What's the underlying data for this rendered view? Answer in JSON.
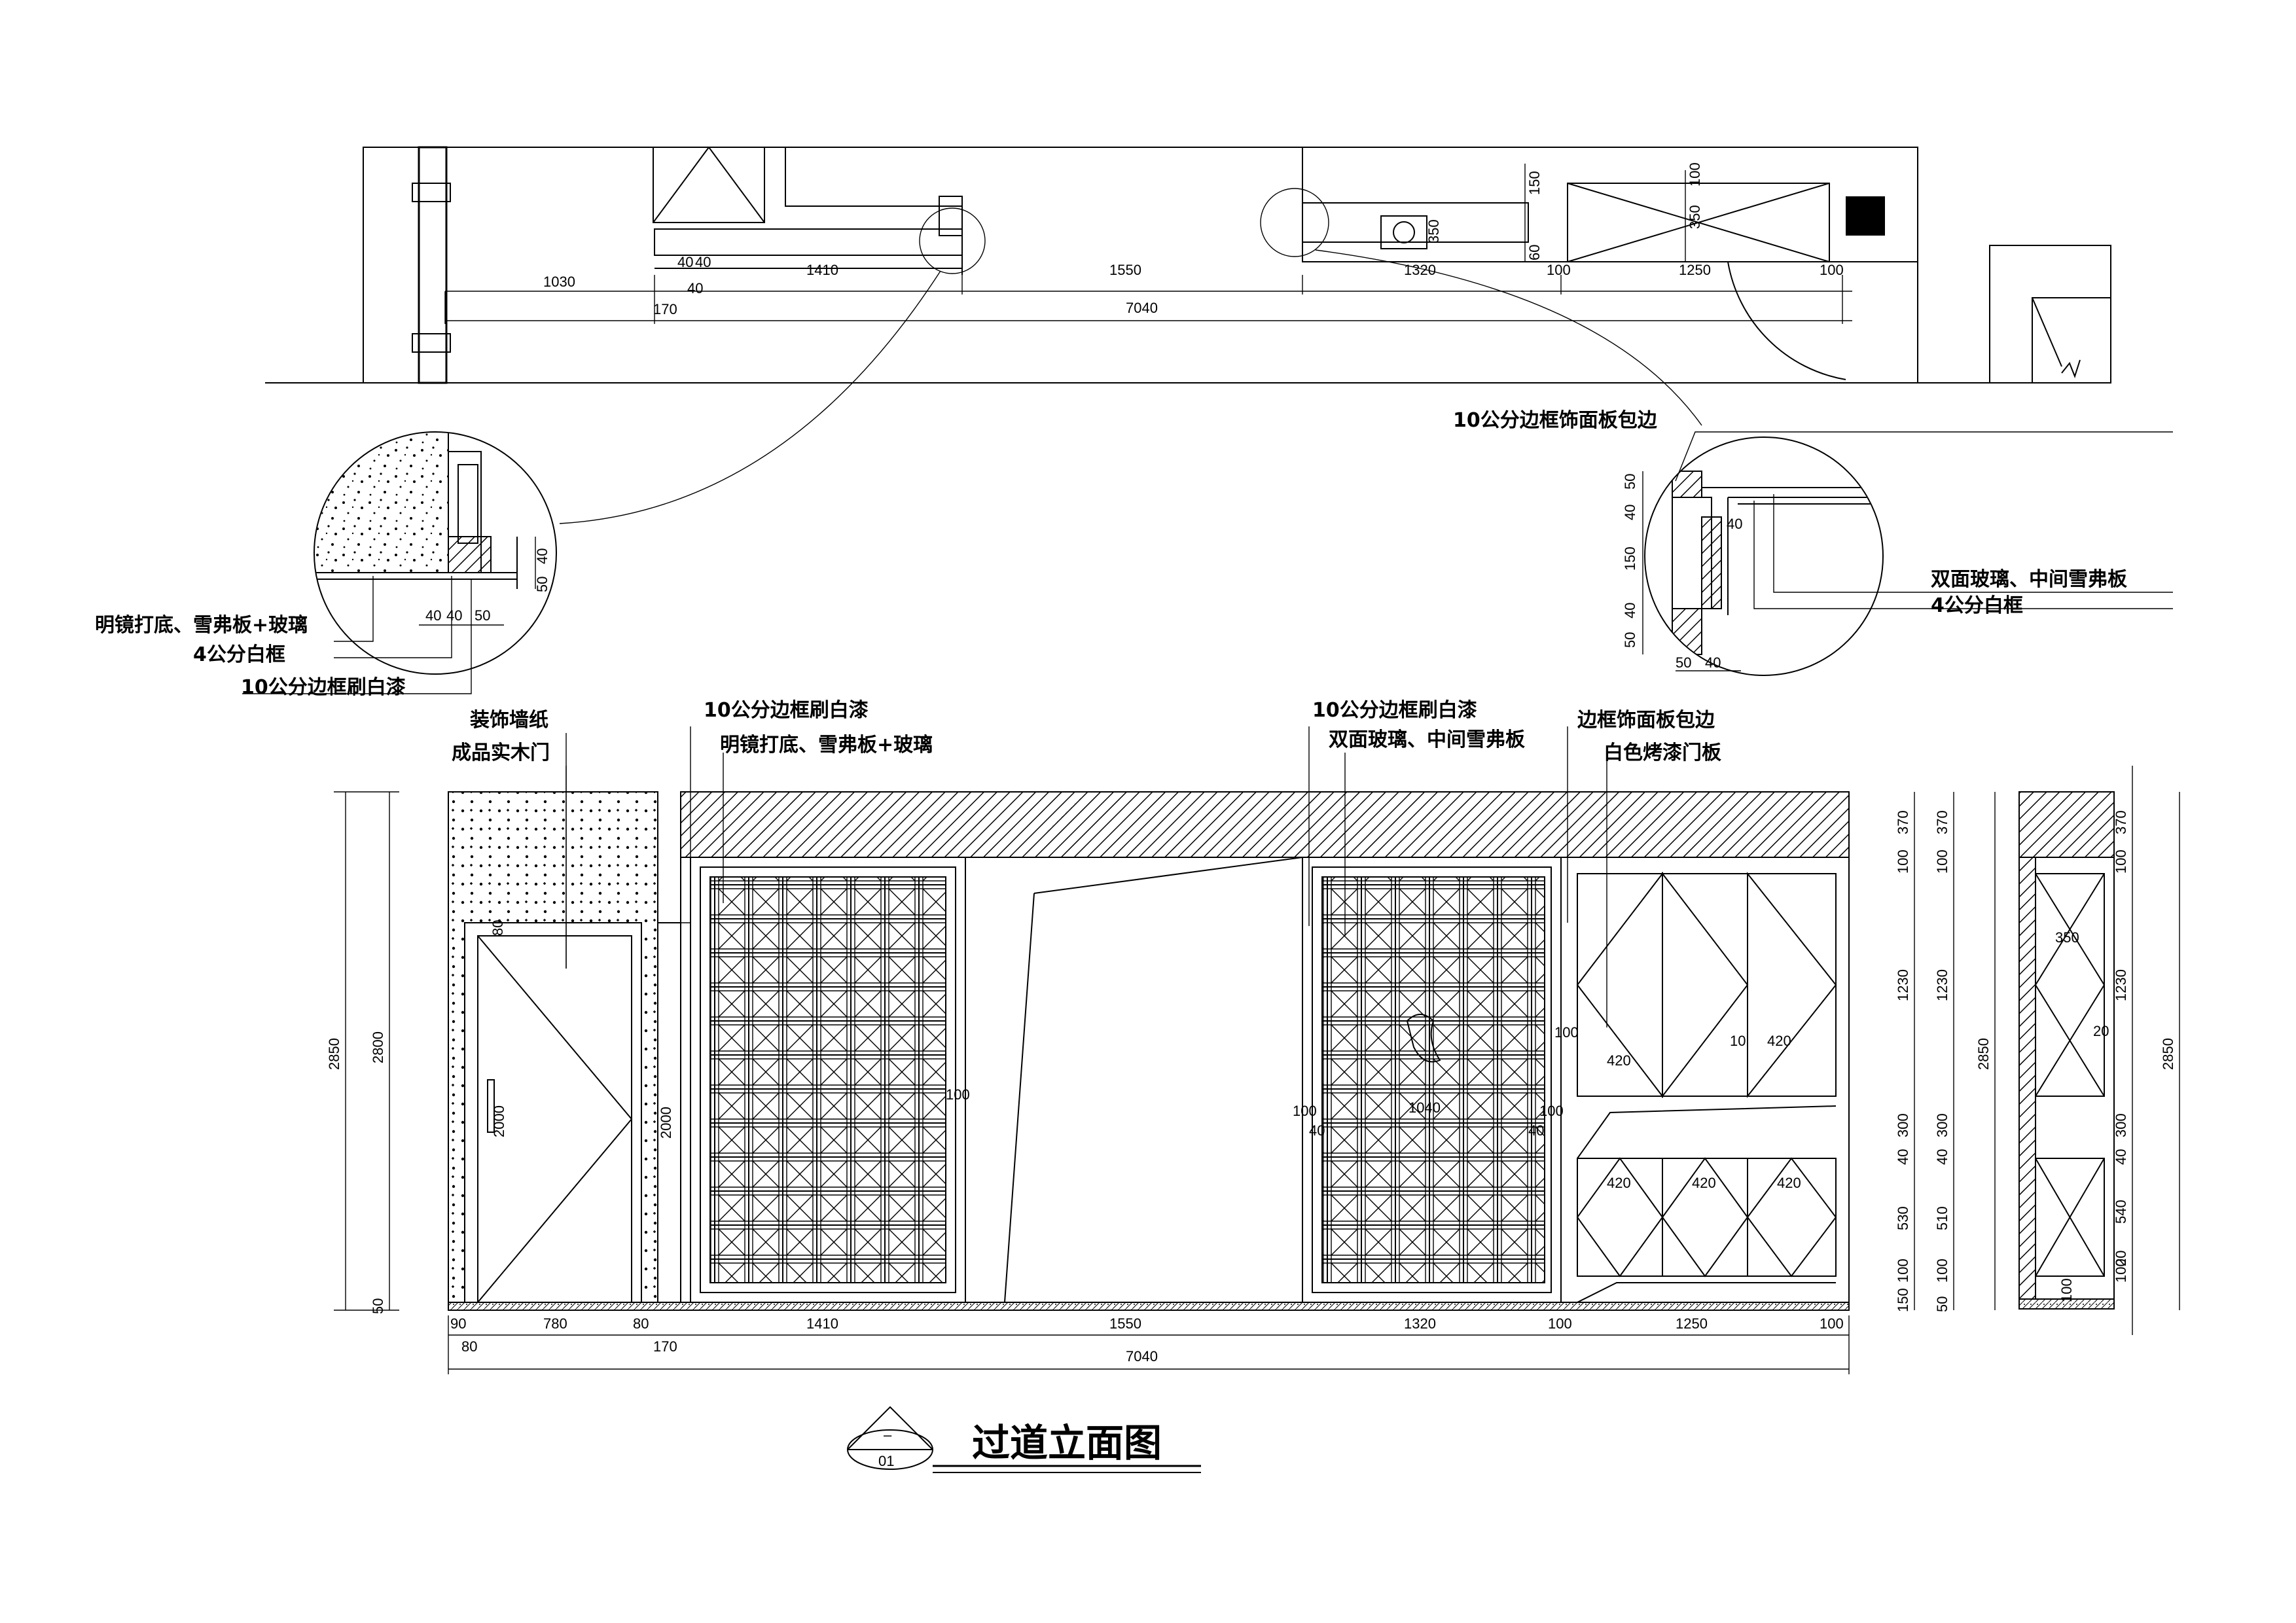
{
  "drawing": {
    "title": "过道立面图",
    "sheet_mark": "–",
    "sheet_number": "01"
  },
  "labels": {
    "mirror_detail_left": "明镜打底、雪弗板+玻璃",
    "white_frame_4cm_left": "4公分白框",
    "frame_paint_10cm_left": "10公分边框刷白漆",
    "frame_panel_wrap_top": "10公分边框饰面板包边",
    "double_glass_right": "双面玻璃、中间雪弗板",
    "white_frame_4cm_right": "4公分白框",
    "wallpaper": "装饰墙纸",
    "solid_wood_door": "成品实木门",
    "frame_paint_10cm_a": "10公分边框刷白漆",
    "mirror_elev": "明镜打底、雪弗板+玻璃",
    "frame_paint_10cm_b": "10公分边框刷白漆",
    "double_glass_elev": "双面玻璃、中间雪弗板",
    "frame_panel_wrap": "边框饰面板包边",
    "white_baked_door": "白色烤漆门板"
  },
  "plan_dims": {
    "d1030": "1030",
    "d1410": "1410",
    "d1550": "1550",
    "d1320": "1320",
    "d1250": "1250",
    "d7040": "7040",
    "d170": "170",
    "d100a": "100",
    "d100b": "100",
    "d40a": "40",
    "d40b": "40",
    "d40c": "40",
    "d150": "150",
    "d100c": "100",
    "d350a": "350",
    "d350b": "350",
    "d60": "60"
  },
  "detail_left_dims": {
    "d40a": "40",
    "d40b": "40",
    "d50": "50",
    "v40": "40",
    "v50": "50"
  },
  "detail_right_dims": {
    "v50a": "50",
    "v40a": "40",
    "v150": "150",
    "v40b": "40",
    "v50b": "50",
    "h40a": "40",
    "h50": "50",
    "h40b": "40"
  },
  "elev_bottom_dims": {
    "d90": "90",
    "d780": "780",
    "d80a": "80",
    "d1410": "1410",
    "d1550": "1550",
    "d1320": "1320",
    "d100a": "100",
    "d1250": "1250",
    "d100b": "100",
    "d80b": "80",
    "d170": "170",
    "d7040": "7040"
  },
  "elev_left_dims": {
    "d2850": "2850",
    "d2800": "2800",
    "d50": "50"
  },
  "elev_inner_dims": {
    "door80": "80",
    "door2000a": "2000",
    "door2000b": "2000",
    "mirror100": "100",
    "glass100": "100",
    "glass40a": "40",
    "glass1040": "1040",
    "glass100b": "100",
    "glass40b": "40",
    "cab100": "100",
    "cab420a": "420",
    "cab10": "10",
    "cab420b": "420",
    "cab420c": "420",
    "cab420d": "420",
    "cab420e": "420"
  },
  "elev_right_dims": {
    "r370a": "370",
    "r100a": "100",
    "r1230a": "1230",
    "r300a": "300",
    "r40a": "40",
    "r530": "530",
    "r100b": "100",
    "r150": "150",
    "r370b": "370",
    "r100c": "100",
    "r1230b": "1230",
    "r300b": "300",
    "r40b": "40",
    "r510": "510",
    "r100d": "100",
    "r50": "50",
    "r2850": "2850"
  },
  "section_dims": {
    "s370": "370",
    "s100a": "100",
    "s1230": "1230",
    "s300": "300",
    "s40": "40",
    "s540": "540",
    "s20a": "20",
    "s100b": "100",
    "s350": "350",
    "s20b": "20",
    "s2850": "2850",
    "s100c": "100"
  },
  "colors": {
    "ink": "#000000",
    "paper": "#ffffff"
  }
}
